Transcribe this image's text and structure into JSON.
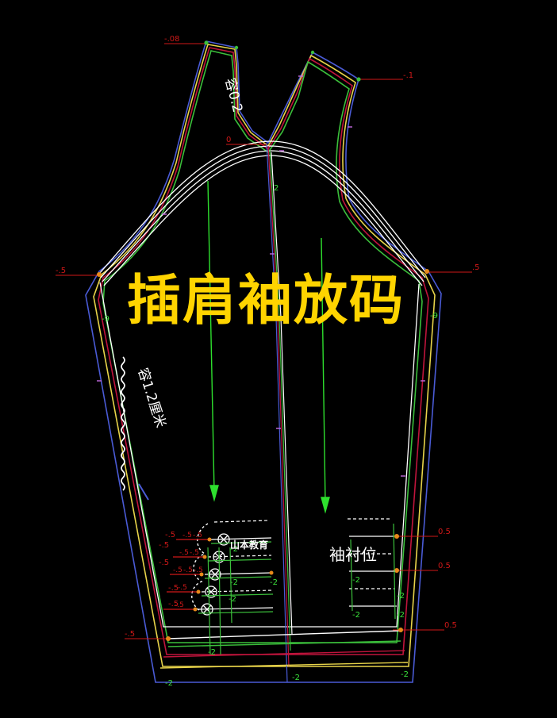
{
  "title": "插肩袖放码",
  "colors": {
    "background": "#000000",
    "title": "#FFD400",
    "blue": "#4A5BD6",
    "yellow": "#E8D44A",
    "red": "#C0143C",
    "green": "#3BBF3B",
    "white": "#FFFFFF",
    "dimension": "#D01818",
    "grain": "#2EE02E"
  },
  "annotations": {
    "ease_small": "容0.2",
    "ease_large": "容1.2厘米",
    "cuff_position": "袖衬位",
    "logo": "山本教育"
  },
  "dimension_labels": {
    "top_left": "-.08",
    "top_right": "-.1",
    "crown": "0",
    "mid_left": "-.5",
    "mid_right": ".5",
    "bottom_left": "-.5",
    "r1": "0.5",
    "r2": "0.5",
    "r3": "0.5",
    "l1": "-.5",
    "l2": "-.5",
    "l3": "-.5",
    "l4": "-.5",
    "l5": "-.5"
  },
  "grade_labels": {
    "center": "2",
    "bottom_left": "-2",
    "bottom_center": "-2",
    "bottom_right": "-2",
    "side_left": "-9",
    "side_right": "-9"
  },
  "button_loops": [
    {
      "left_a": "-.5",
      "left_b": "-.5",
      "left_c": "-.5",
      "right": "-2"
    },
    {
      "left_a": "-.5",
      "left_b": "-.5",
      "left_c": "-.5",
      "right": "-2"
    },
    {
      "left_a": "-.5",
      "left_b": "-.5",
      "left_c": "-.5",
      "right": "-2"
    },
    {
      "left_a": "-.5",
      "left_b": "-.5",
      "left_c": "-.5",
      "right": "-2"
    },
    {
      "left_a": "-.5",
      "left_b": "-.5",
      "left_c": "-.5",
      "right": "-2"
    }
  ],
  "right_ticks": [
    "-2",
    "-2",
    "-2",
    "-2"
  ]
}
